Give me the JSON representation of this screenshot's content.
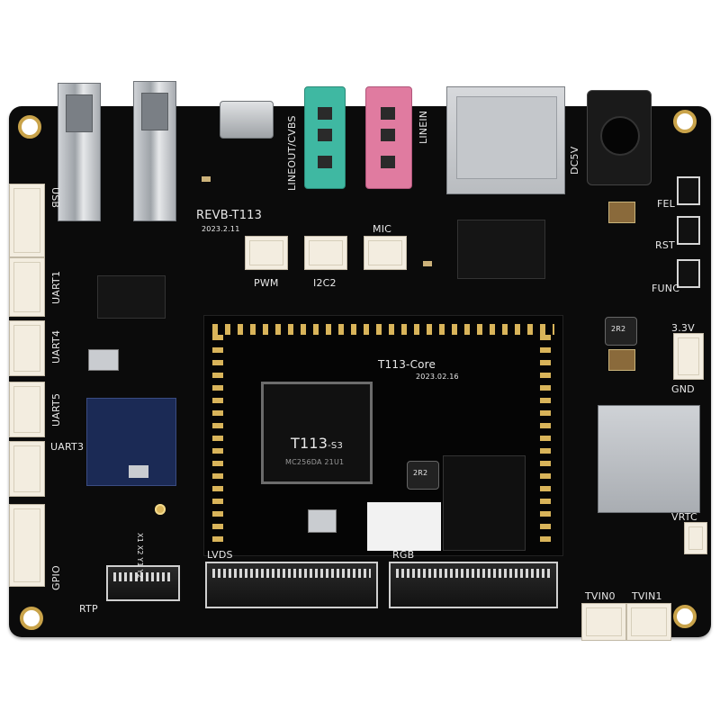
{
  "labels": {
    "usb": "USB",
    "uart1": "UART1",
    "uart4": "UART4",
    "uart5": "UART5",
    "uart3": "UART3",
    "gpio": "GPIO",
    "rtp": "RTP",
    "revb": "REVB-T113",
    "revb_date": "2023.2.11",
    "lineout": "LINEOUT/CVBS",
    "linein": "LINEIN",
    "dc5v": "DC5V",
    "fel": "FEL",
    "rst": "RST",
    "func": "FUNC",
    "v33": "3.3V",
    "gnd": "GND",
    "vrtc": "VRTC",
    "pwm": "PWM",
    "i2c2": "I2C2",
    "mic": "MIC",
    "core_title": "T113-Core",
    "core_date": "2023.02.16",
    "lvds": "LVDS",
    "rgb": "RGB",
    "tvin0": "TVIN0",
    "tvin1": "TVIN1",
    "soc_main": "T113",
    "soc_suffix": "-S3",
    "soc_code": "MC256DA 21U1",
    "inductor1": "2R2",
    "inductor2": "2R2",
    "rtp_pins": "X1 X2 Y1 Y2"
  },
  "colors": {
    "board": "#0b0b0b",
    "jack_green": "#3fb8a2",
    "jack_pink": "#e07ba0",
    "silkscreen": "#e8e8e8",
    "gold": "#d9b45a"
  }
}
